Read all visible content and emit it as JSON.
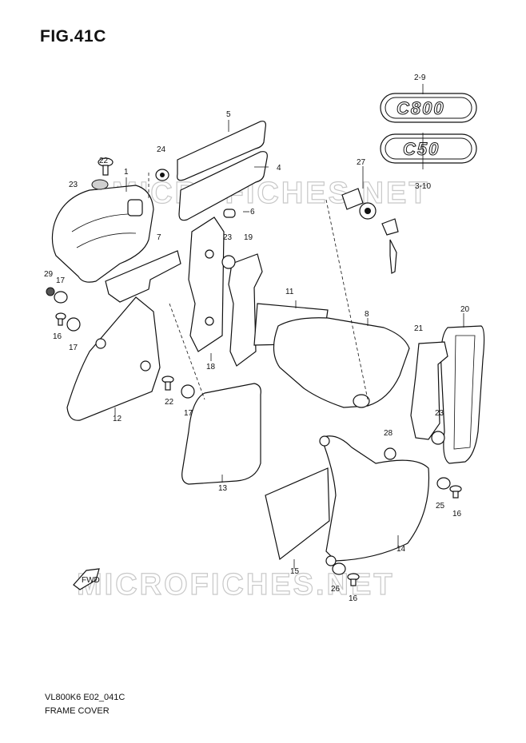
{
  "figure": {
    "title": "FIG.41C"
  },
  "footer": {
    "code": "VL800K6 E02_041C",
    "name": "FRAME COVER"
  },
  "watermark": {
    "text": "MICROFICHES.NET"
  },
  "emblems": {
    "top": "C800",
    "bottom": "C50"
  },
  "direction_arrow": {
    "text": "FWD"
  },
  "callouts": {
    "c1": "1",
    "c2_9": "2-9",
    "c3_10": "3-10",
    "c4": "4",
    "c5": "5",
    "c6": "6",
    "c7": "7",
    "c8": "8",
    "c11": "11",
    "c12": "12",
    "c13": "13",
    "c14": "14",
    "c15": "15",
    "c16a": "16",
    "c16b": "16",
    "c16c": "16",
    "c17a": "17",
    "c17b": "17",
    "c17c": "17",
    "c18": "18",
    "c19": "19",
    "c20": "20",
    "c21": "21",
    "c22a": "22",
    "c22b": "22",
    "c23a": "23",
    "c23b": "23",
    "c23c": "23",
    "c24": "24",
    "c25": "25",
    "c26": "26",
    "c27": "27",
    "c28": "28",
    "c29": "29"
  }
}
